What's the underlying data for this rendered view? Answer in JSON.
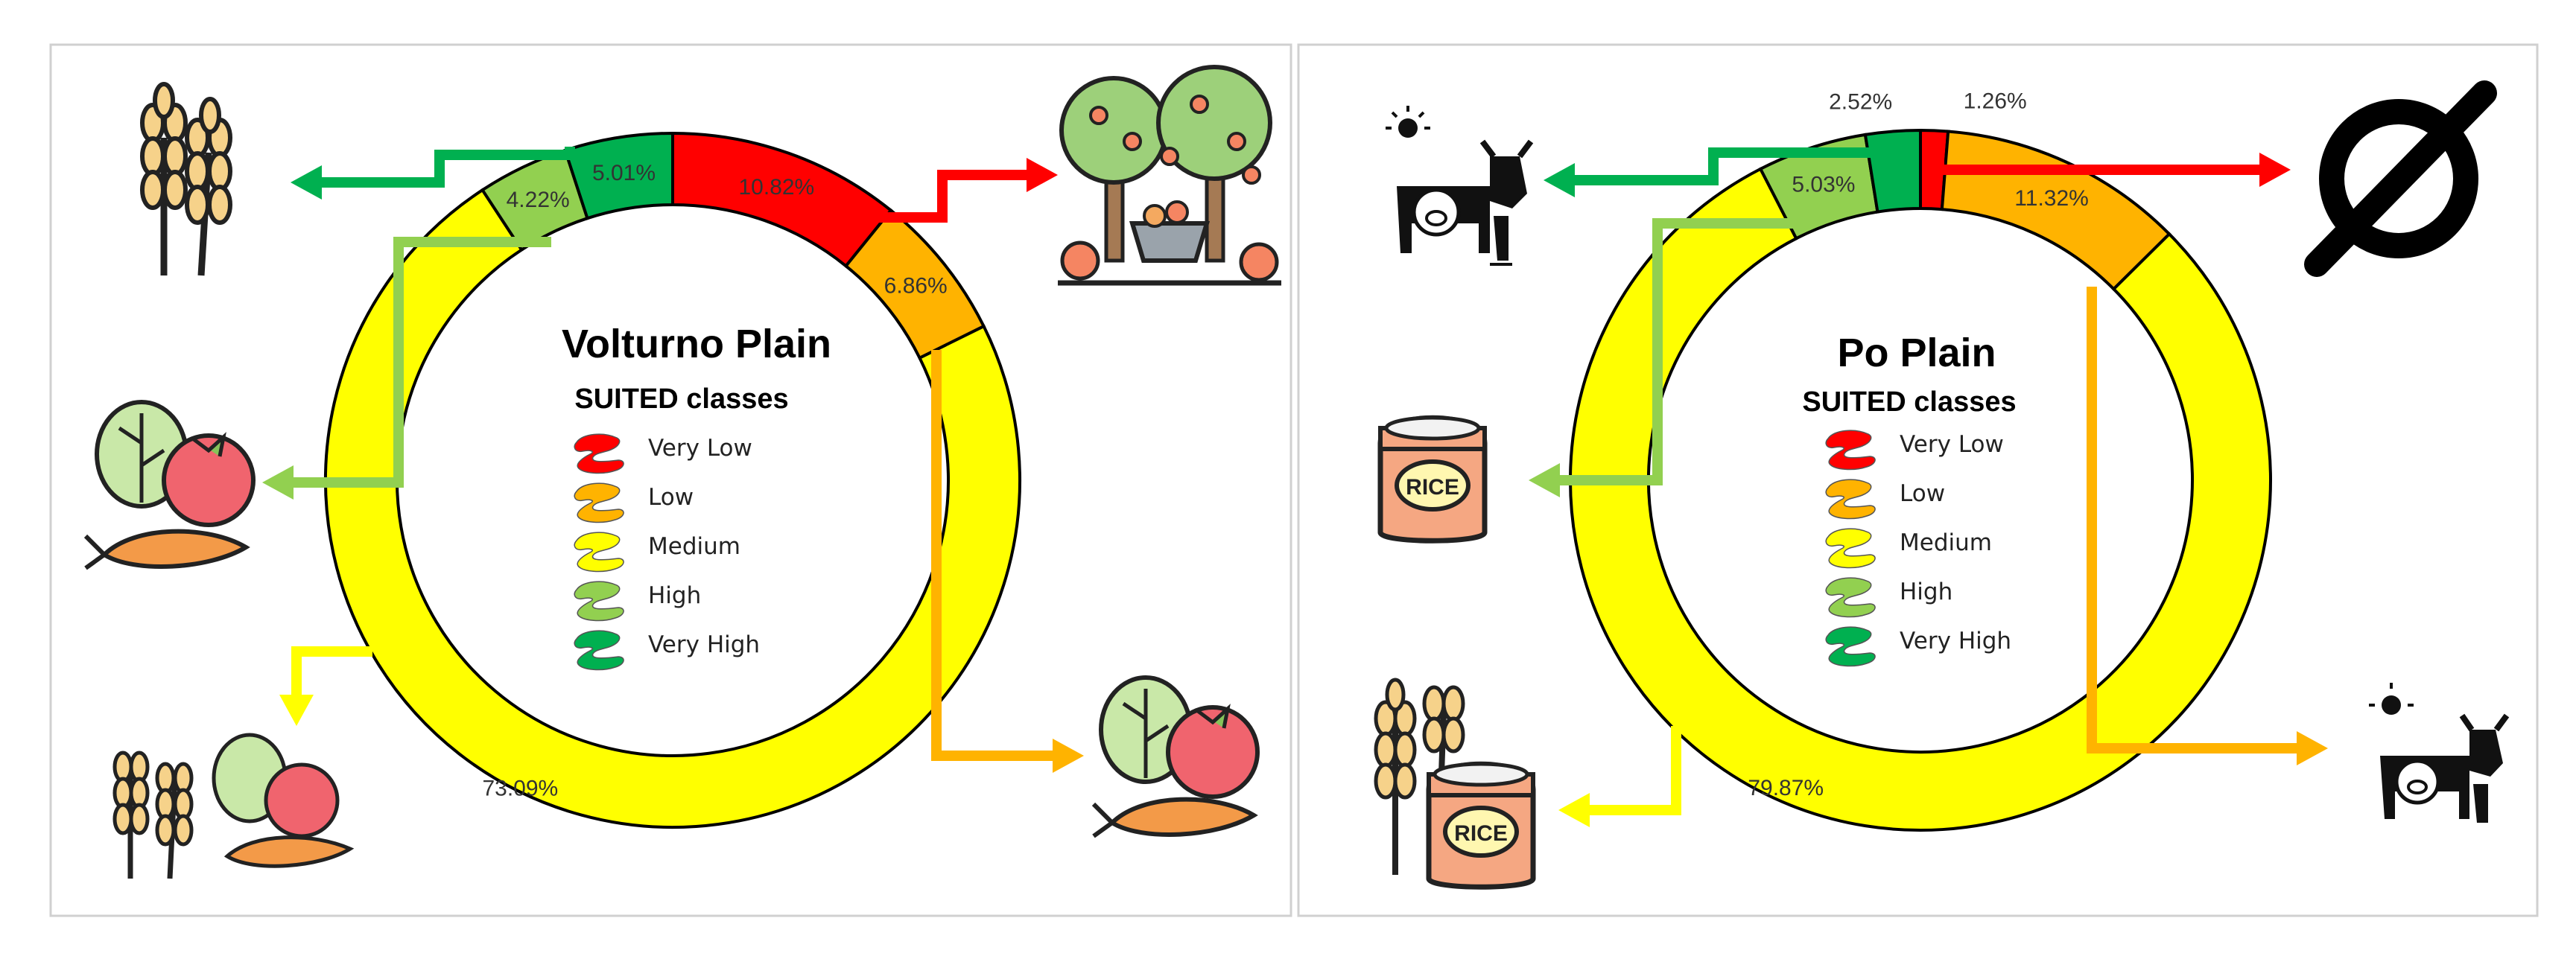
{
  "colors": {
    "very_low": "#ff0000",
    "low": "#ffb300",
    "medium": "#ffff00",
    "high": "#92d050",
    "very_high": "#00b050",
    "arrow_very_high": "#00b050",
    "arrow_high": "#92d050",
    "arrow_medium": "#ffff00",
    "arrow_low": "#ffb300",
    "arrow_very_low": "#ff0000"
  },
  "legend": {
    "subtitle": "SUITED classes",
    "items": [
      "Very Low",
      "Low",
      "Medium",
      "High",
      "Very High"
    ]
  },
  "chart_data": [
    {
      "type": "pie",
      "style": "donut",
      "title": "Volturno Plain",
      "subtitle": "SUITED classes",
      "categories": [
        "Very Low",
        "Low",
        "Medium",
        "High",
        "Very High"
      ],
      "values": [
        10.82,
        6.86,
        73.09,
        4.22,
        5.01
      ],
      "labels": [
        "10.82%",
        "6.86%",
        "73.09%",
        "4.22%",
        "5.01%"
      ],
      "slice_order": "clockwise from top: Very Low, Low, Medium, High, Very High",
      "icons": {
        "very_high": "wheat-icon",
        "high": "vegetables-icon",
        "medium": "wheat-and-vegetables-icon",
        "low": "vegetables-icon",
        "very_low": "orchard-icon"
      }
    },
    {
      "type": "pie",
      "style": "donut",
      "title": "Po Plain",
      "subtitle": "SUITED classes",
      "categories": [
        "Very Low",
        "Low",
        "Medium",
        "High",
        "Very High"
      ],
      "values": [
        1.26,
        11.32,
        79.87,
        5.03,
        2.52
      ],
      "labels": [
        "1.26%",
        "11.32%",
        "79.87%",
        "5.03%",
        "2.52%"
      ],
      "slice_order": "clockwise from top: Very Low, Low, Medium, High, Very High",
      "icons": {
        "very_high": "livestock-icon",
        "high": "rice-bag-icon",
        "medium": "wheat-and-rice-icon",
        "low": "livestock-icon",
        "very_low": "empty-set-icon"
      }
    }
  ]
}
